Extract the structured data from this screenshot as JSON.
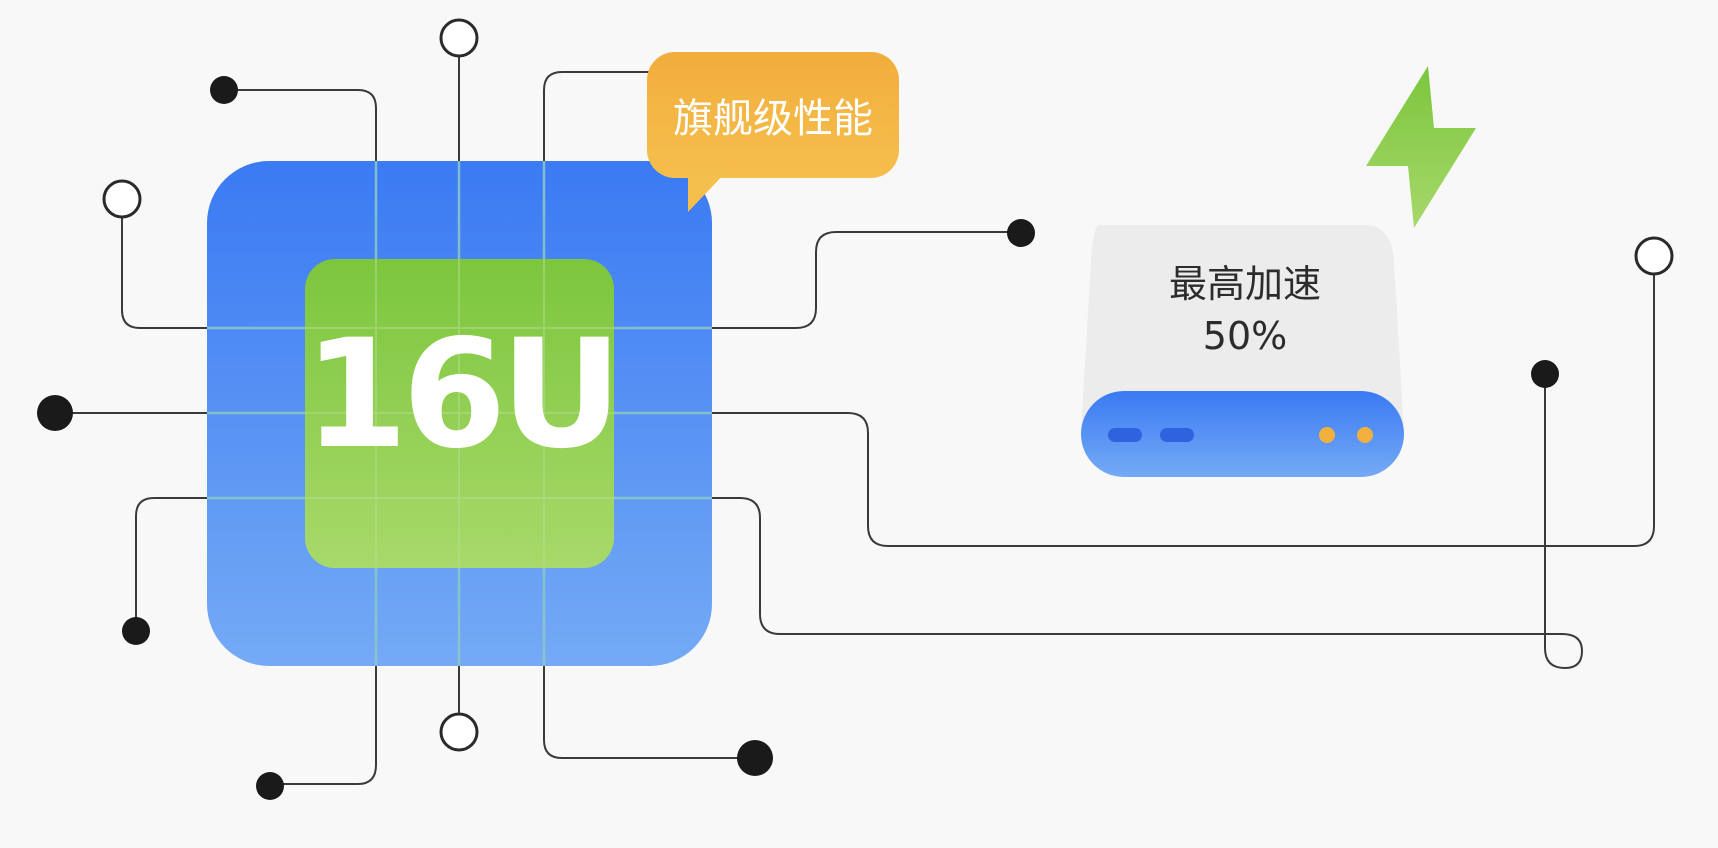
{
  "chip": {
    "label": "16U",
    "outer_color": "#3a7af3",
    "inner_color": "#7cc63d"
  },
  "badge": {
    "label": "旗舰级性能",
    "color": "#f2b13f"
  },
  "speed": {
    "title": "最高加速",
    "value": "50%"
  },
  "colors": {
    "lightning": "#7cc63d",
    "device_top": "#ececec",
    "device_base": "#3a7af3",
    "device_led": "#f2b13f",
    "trace": "#2a2a2a",
    "node": "#1a1a1a"
  },
  "icons": [
    "chip-icon",
    "speech-bubble-icon",
    "lightning-icon",
    "storage-device-icon"
  ]
}
